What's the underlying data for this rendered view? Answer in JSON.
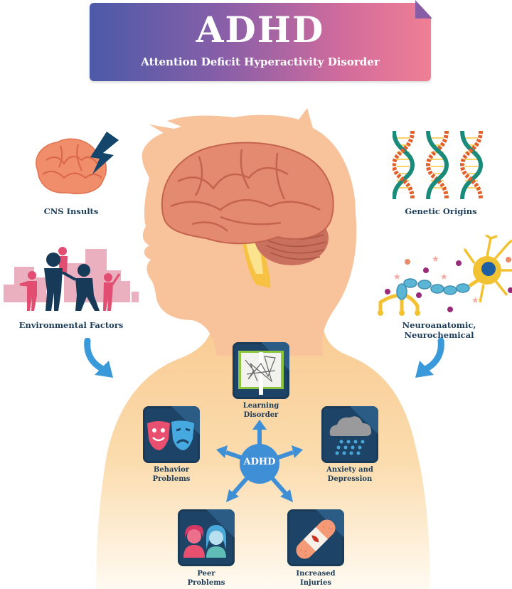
{
  "header": {
    "title": "ADHD",
    "subtitle": "Attention Deficit Hyperactivity Disorder",
    "gradient_colors": [
      "#4b5aa8",
      "#ef7f94"
    ]
  },
  "causes": [
    {
      "label": "CNS Insults",
      "icon": "brain-lightning-icon"
    },
    {
      "label": "Genetic Origins",
      "icon": "dna-icon"
    },
    {
      "label": "Environmental Factors",
      "icon": "family-city-icon"
    },
    {
      "label": "Neuroanatomic, Neurochemical",
      "icon": "neuron-icon"
    }
  ],
  "center": {
    "label": "ADHD",
    "color": "#3f8fd6"
  },
  "effects": [
    {
      "line1": "Learning",
      "line2": "Disorder",
      "icon": "scribbled-book-icon"
    },
    {
      "line1": "Behavior",
      "line2": "Problems",
      "icon": "theater-masks-icon"
    },
    {
      "line1": "Anxiety and",
      "line2": "Depression",
      "icon": "rain-cloud-icon"
    },
    {
      "line1": "Peer",
      "line2": "Problems",
      "icon": "two-people-icon"
    },
    {
      "line1": "Increased",
      "line2": "Injuries",
      "icon": "bandage-icon"
    }
  ],
  "colors": {
    "silhouette_head": "#f8c39a",
    "silhouette_body_top": "#f9c98f",
    "silhouette_body_bottom": "#fff7e8",
    "label_text": "#1c3d5a",
    "tile_bg": "#1d4466",
    "arrow_blue": "#3a9ad9"
  }
}
